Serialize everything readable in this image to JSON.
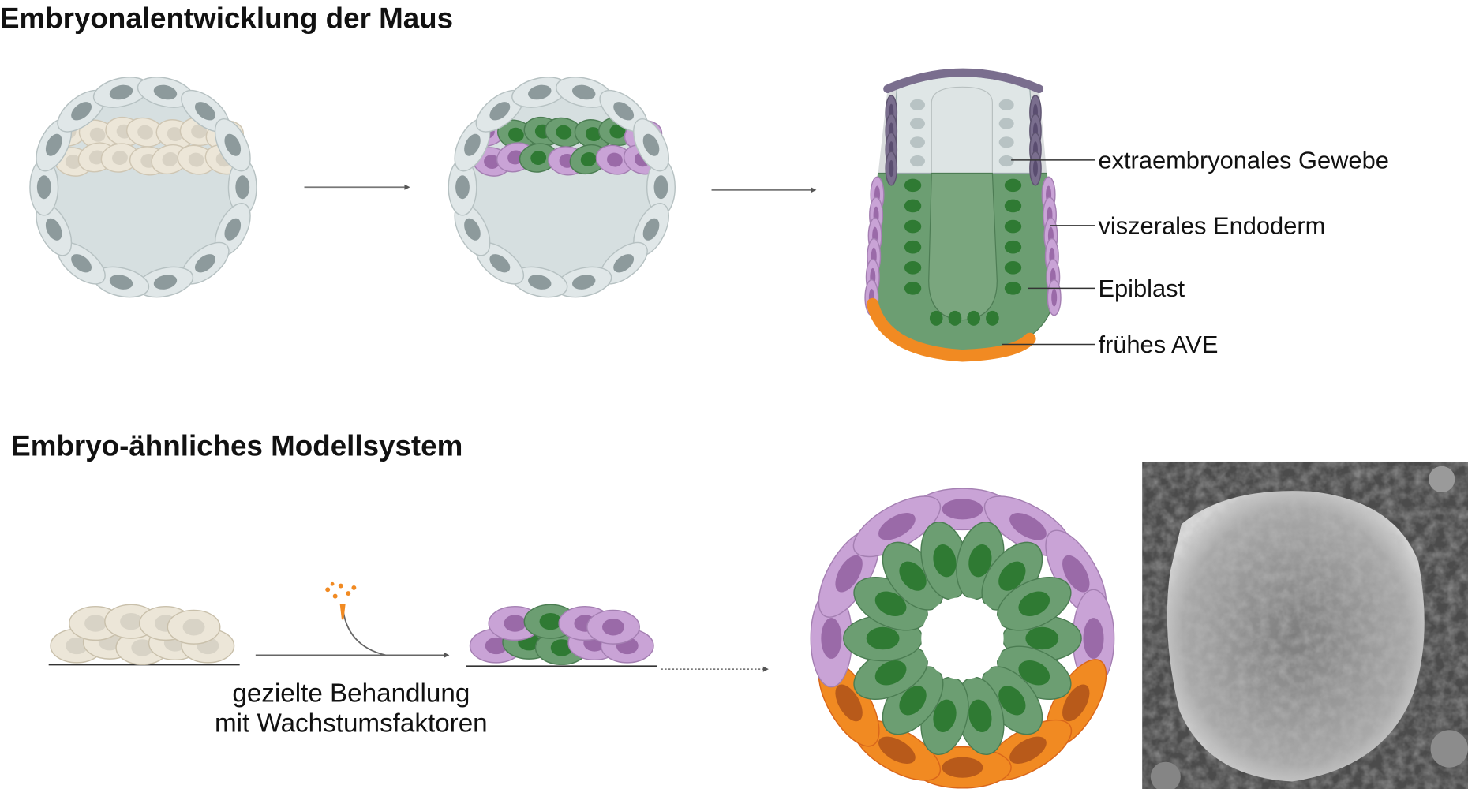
{
  "top": {
    "title": "Embryonalentwicklung der Maus",
    "labels": [
      "extraembryonales Gewebe",
      "viszerales Endoderm",
      "Epiblast",
      "frühes AVE"
    ]
  },
  "bottom": {
    "title": "Embryo-ähnliches Modellsystem",
    "caption_line1": "gezielte Behandlung",
    "caption_line2": "mit Wachstumsfaktoren"
  },
  "colors": {
    "trophectoderm": "#dde4e5",
    "inner_cell_mass": "#ece6d8",
    "epiblast": "#6c9e72",
    "epiblast_nucleus": "#2f7a33",
    "visceral_endoderm": "#c9a3d6",
    "extraembryonic": "#7a6e8e",
    "ave": "#f18a22"
  }
}
